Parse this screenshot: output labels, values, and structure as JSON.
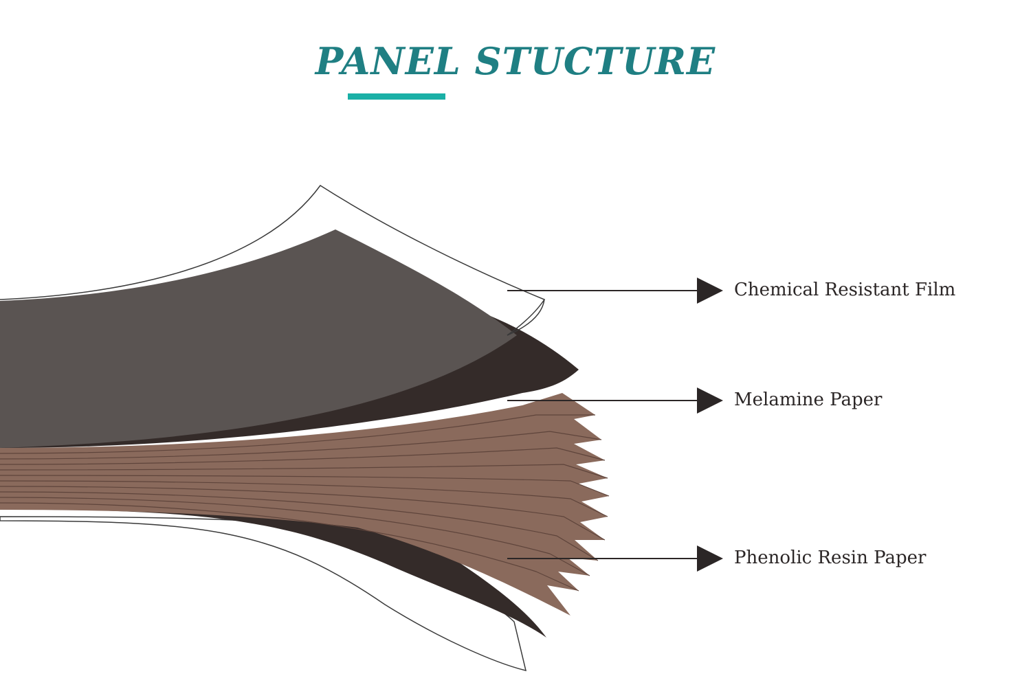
{
  "title": "PANEL STUCTURE",
  "colors": {
    "title": "#1f7f83",
    "underline": "#1ab0a6",
    "film_outline": "#3a3a3a",
    "grey_sheet": "#5a5452",
    "dark_sheet": "#342b29",
    "resin_paper": "#8a6a5c",
    "resin_line": "#5e443b",
    "arrow": "#2b2626"
  },
  "labels": {
    "film": "Chemical Resistant Film",
    "melamine": "Melamine Paper",
    "phenolic": "Phenolic Resin Paper"
  },
  "icons": {
    "arrow": "arrow-right-icon"
  }
}
